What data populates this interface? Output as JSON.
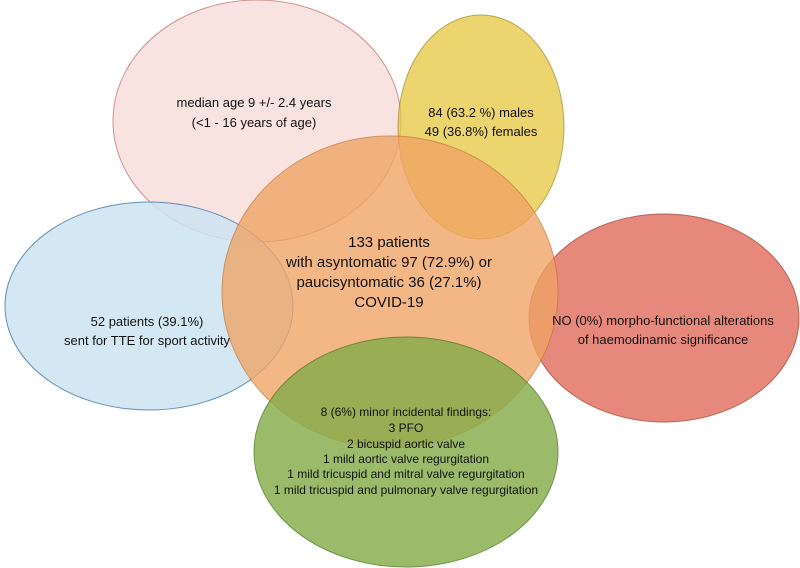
{
  "colors": {
    "age": "#f6d3cf",
    "sex": "#e6c63e",
    "center": "#f0a464",
    "sport": "#cde4f2",
    "no_alterations": "#e27465",
    "findings": "#86ad4a",
    "outline_age": "#b05048",
    "outline_sex": "#a08a1a",
    "outline_center": "#c47a3e",
    "outline_sport": "#4a7aa8",
    "outline_no": "#a84a3c",
    "outline_findings": "#4f7a26"
  },
  "bubbles": {
    "age": {
      "lines": [
        "median age 9 +/- 2.4 years",
        "(<1 - 16 years of age)"
      ]
    },
    "sex": {
      "lines": [
        "84 (63.2 %) males",
        "49 (36.8%) females"
      ]
    },
    "center": {
      "lines": [
        "133 patients",
        "with asyntomatic 97 (72.9%) or",
        "paucisyntomatic 36 (27.1%)",
        "COVID-19"
      ]
    },
    "sport": {
      "lines": [
        "52 patients (39.1%)",
        "sent for TTE for  sport activity"
      ]
    },
    "no_alterations": {
      "lines": [
        "NO (0%) morpho-functional alterations",
        "of haemodinamic significance"
      ]
    },
    "findings": {
      "lines": [
        "8 (6%) minor incidental findings:",
        "3 PFO",
        "2 bicuspid aortic valve",
        "1 mild aortic valve regurgitation",
        "1 mild tricuspid and mitral valve regurgitation",
        "1 mild tricuspid and pulmonary valve regurgitation"
      ]
    }
  }
}
